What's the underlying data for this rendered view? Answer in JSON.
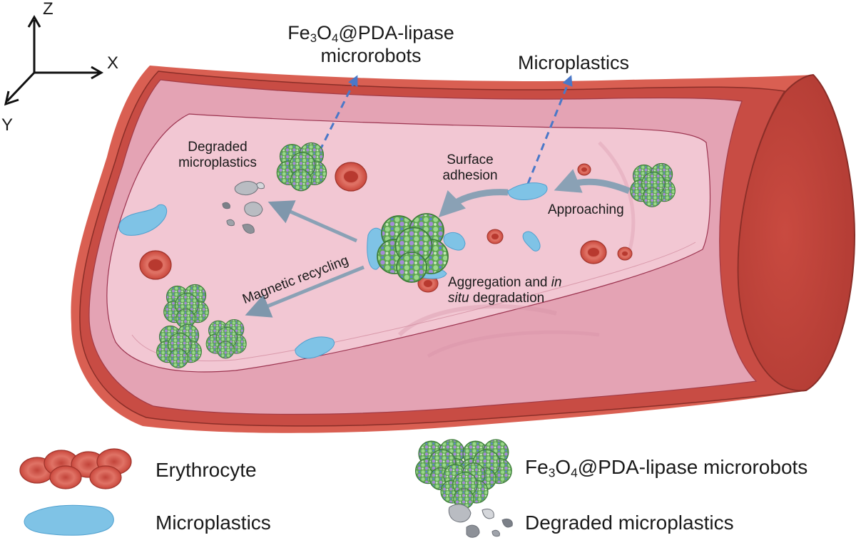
{
  "axes": {
    "z": "Z",
    "x": "X",
    "y": "Y"
  },
  "top_labels": {
    "microrobots": {
      "line1_pre": "Fe",
      "sub1": "3",
      "mid": "O",
      "sub2": "4",
      "line1_post": "@PDA-lipase",
      "line2": "microrobots"
    },
    "microplastics": "Microplastics"
  },
  "labels": {
    "degraded_line1": "Degraded",
    "degraded_line2": "microplastics",
    "surface_line1": "Surface",
    "surface_line2": "adhesion",
    "approaching": "Approaching",
    "aggregation_line1_pre": "Aggregation and ",
    "aggregation_line1_italic": "in",
    "aggregation_line2_italic": "situ",
    "aggregation_line2_post": " degradation",
    "magnetic": "Magnetic recycling"
  },
  "legend": {
    "erythrocyte": "Erythrocyte",
    "microplastics": "Microplastics",
    "microrobots": {
      "pre": "Fe",
      "sub1": "3",
      "mid": "O",
      "sub2": "4",
      "post": "@PDA-lipase microrobots"
    },
    "degraded": "Degraded microplastics"
  },
  "colors": {
    "vessel_outer": "#d95f52",
    "vessel_dark": "#b8443c",
    "vessel_lining": "#e6a6b6",
    "lumen": "#f1c6d1",
    "rbc": "#d9594c",
    "microplastic": "#7fc3e6",
    "robot_green": "#7cc46a",
    "arrow": "#8098ad",
    "dash": "#4a78c8"
  }
}
